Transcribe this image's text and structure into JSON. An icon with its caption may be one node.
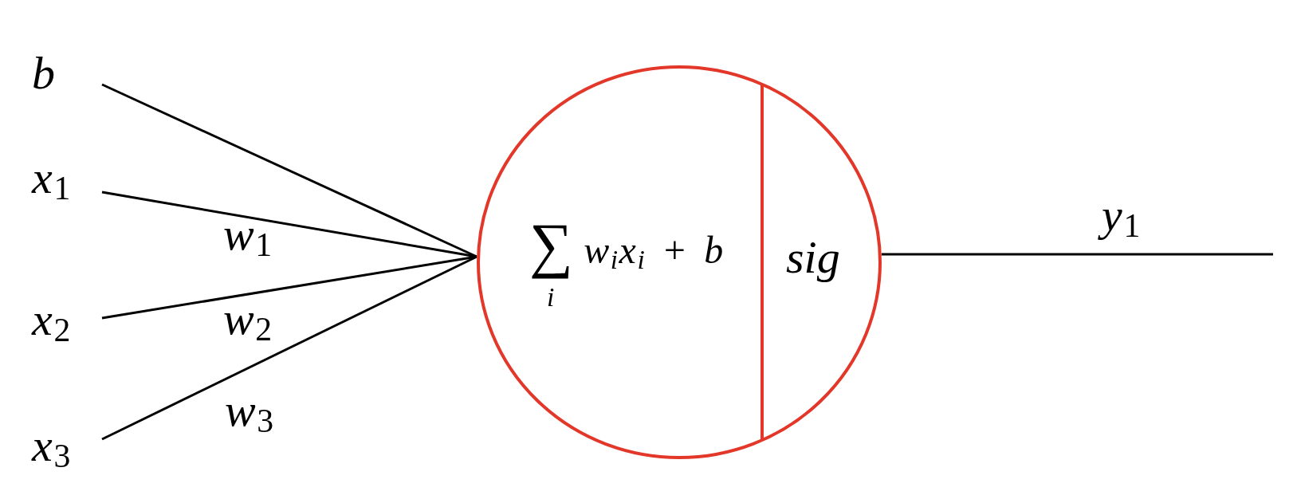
{
  "diagram": {
    "nodes": [
      {
        "text": [
          "b"
        ]
      },
      {
        "text": [
          "x$_{1}$"
        ]
      },
      {
        "text": [
          "x$_{2}$"
        ]
      },
      {
        "text": [
          "x$_{3}$"
        ]
      },
      {
        "text": [
          "∑$_{i}$w$_{i}$x$_{i}$ + b",
          "sig"
        ]
      }
    ],
    "edges": [
      {
        "from": 0,
        "to": 4,
        "arrow": "none"
      },
      {
        "from": 1,
        "to": 4,
        "arrow": "none",
        "label": "w$_{1}$"
      },
      {
        "from": 2,
        "to": 4,
        "arrow": "none",
        "label": "w$_{2}$"
      },
      {
        "from": 3,
        "to": 4,
        "arrow": "none",
        "label": "w$_{3}$"
      },
      {
        "from": 4,
        "to": null,
        "arrow": "none",
        "label": "y$_{1}$"
      }
    ]
  }
}
